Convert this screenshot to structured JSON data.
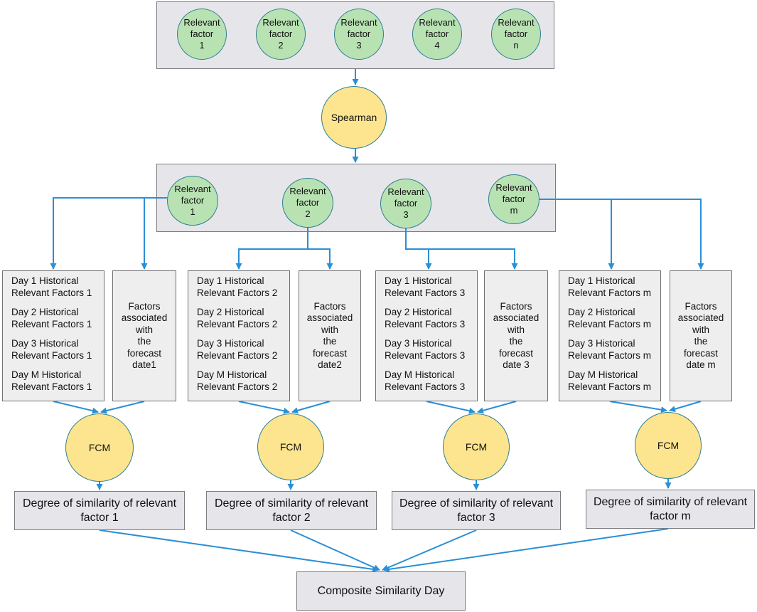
{
  "top_factors": [
    {
      "label": "Relevant\nfactor\n1"
    },
    {
      "label": "Relevant\nfactor\n2"
    },
    {
      "label": "Relevant\nfactor\n3"
    },
    {
      "label": "Relevant\nfactor\n4"
    },
    {
      "label": "Relevant\nfactor\nn"
    }
  ],
  "spearman_label": "Spearman",
  "mid_factors": [
    {
      "label": "Relevant\nfactor\n1"
    },
    {
      "label": "Relevant\nfactor\n2"
    },
    {
      "label": "Relevant\nfactor\n3"
    },
    {
      "label": "Relevant\nfactor\nm"
    }
  ],
  "branches": [
    {
      "history": [
        "Day 1 Historical\nRelevant Factors 1",
        "Day 2 Historical\nRelevant Factors 1",
        "Day 3 Historical\nRelevant Factors 1",
        "Day M Historical\nRelevant Factors 1"
      ],
      "assoc": "Factors\nassociated\nwith\nthe\nforecast\ndate1",
      "fcm": "FCM",
      "similarity": "Degree of similarity of relevant\nfactor 1"
    },
    {
      "history": [
        "Day 1 Historical\nRelevant Factors 2",
        "Day 2 Historical\nRelevant Factors 2",
        "Day 3 Historical\nRelevant Factors 2",
        "Day M Historical\nRelevant Factors 2"
      ],
      "assoc": "Factors\nassociated\nwith\nthe\nforecast\ndate2",
      "fcm": "FCM",
      "similarity": "Degree of similarity of relevant\nfactor 2"
    },
    {
      "history": [
        "Day 1 Historical\nRelevant Factors 3",
        "Day 2 Historical\nRelevant Factors 3",
        "Day 3 Historical\nRelevant Factors 3",
        "Day M Historical\nRelevant Factors 3"
      ],
      "assoc": "Factors\nassociated\nwith\nthe\nforecast\ndate 3",
      "fcm": "FCM",
      "similarity": "Degree of similarity of relevant\nfactor 3"
    },
    {
      "history": [
        "Day 1 Historical\nRelevant Factors m",
        "Day 2 Historical\nRelevant Factors m",
        "Day 3 Historical\nRelevant Factors m",
        "Day M Historical\nRelevant Factors m"
      ],
      "assoc": "Factors\nassociated\nwith\nthe\nforecast\ndate m",
      "fcm": "FCM",
      "similarity": "Degree of similarity of relevant\nfactor m"
    }
  ],
  "composite_label": "Composite Similarity Day",
  "colors": {
    "arrow": "#2a8fd6",
    "factor_fill": "#b9e2b3",
    "process_fill": "#fde48e",
    "panel_fill": "#e6e6ea"
  }
}
